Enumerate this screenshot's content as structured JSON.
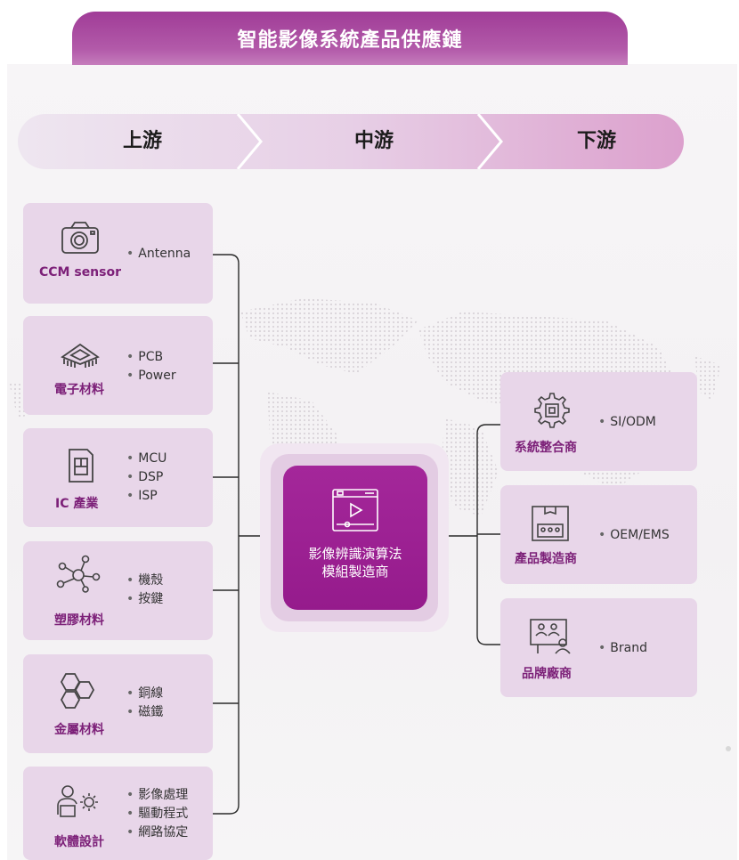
{
  "title": "智能影像系統產品供應鏈",
  "stages": {
    "upstream": "上游",
    "midstream": "中游",
    "downstream": "下游"
  },
  "upstream": [
    {
      "name": "CCM sensor",
      "icon": "camera-icon",
      "items": [
        "Antenna"
      ]
    },
    {
      "name": "電子材料",
      "icon": "chip-icon",
      "items": [
        "PCB",
        "Power"
      ]
    },
    {
      "name": "IC 產業",
      "icon": "sim-card-icon",
      "items": [
        "MCU",
        "DSP",
        "ISP"
      ]
    },
    {
      "name": "塑膠材料",
      "icon": "molecule-icon",
      "items": [
        "機殼",
        "按鍵"
      ]
    },
    {
      "name": "金屬材料",
      "icon": "hexagon-icon",
      "items": [
        "銅線",
        "磁鐵"
      ]
    },
    {
      "name": "軟體設計",
      "icon": "developer-icon",
      "items": [
        "影像處理",
        "驅動程式",
        "網路協定"
      ]
    }
  ],
  "midstream": {
    "line1": "影像辨識演算法",
    "line2": "模組製造商",
    "icon": "video-player-icon"
  },
  "downstream": [
    {
      "name": "系統整合商",
      "icon": "gear-chip-icon",
      "items": [
        "SI/ODM"
      ]
    },
    {
      "name": "產品製造商",
      "icon": "factory-box-icon",
      "items": [
        "OEM/EMS"
      ]
    },
    {
      "name": "品牌廠商",
      "icon": "presentation-icon",
      "items": [
        "Brand"
      ]
    }
  ],
  "colors": {
    "accent": "#951b8c",
    "card": "#e8d6e9",
    "label": "#7c2078"
  }
}
